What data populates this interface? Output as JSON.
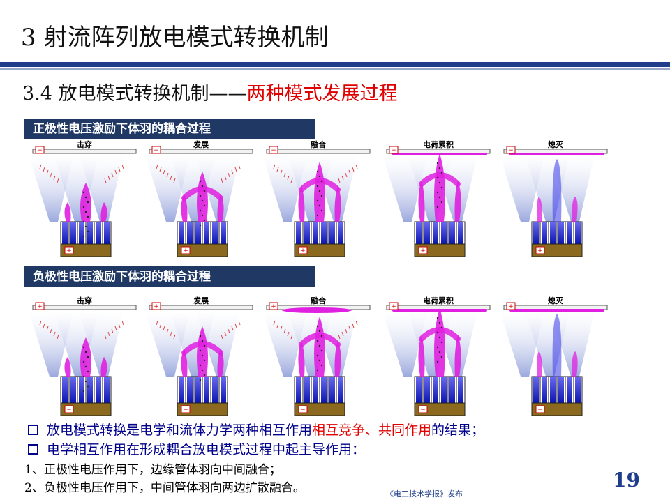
{
  "header": {
    "title": "3  射流阵列放电模式转换机制",
    "subtitle_main": "3.4  放电模式转换机制——",
    "subtitle_red": "两种模式发展过程"
  },
  "section_positive": {
    "banner": "正极性电压激励下体羽的耦合过程",
    "stages": [
      {
        "label": "击穿",
        "top_sign": "−",
        "bottom_sign": "+"
      },
      {
        "label": "发展",
        "top_sign": "−",
        "bottom_sign": "+"
      },
      {
        "label": "融合",
        "top_sign": "−",
        "bottom_sign": "+"
      },
      {
        "label": "电荷累积",
        "top_sign": "−",
        "bottom_sign": "+"
      },
      {
        "label": "熄灭",
        "top_sign": "−",
        "bottom_sign": "+"
      }
    ]
  },
  "section_negative": {
    "banner": "负极性电压激励下体羽的耦合过程",
    "stages": [
      {
        "label": "击穿",
        "top_sign": "+",
        "bottom_sign": "−"
      },
      {
        "label": "发展",
        "top_sign": "+",
        "bottom_sign": "−"
      },
      {
        "label": "融合",
        "top_sign": "+",
        "bottom_sign": "−"
      },
      {
        "label": "电荷累积",
        "top_sign": "+",
        "bottom_sign": "−"
      },
      {
        "label": "熄灭",
        "top_sign": "+",
        "bottom_sign": "−"
      }
    ]
  },
  "bullets": [
    {
      "a": "放电模式转换是电学和流体力学两种相互作用",
      "red": "相互竞争、共同作用",
      "b": "的结果；"
    },
    {
      "a": "电学相互作用在形成耦合放电模式过程中起主导作用：",
      "red": "",
      "b": ""
    }
  ],
  "notes": [
    "1、正极性电压作用下，边缘管体羽向中间融合；",
    "2、负极性电压作用下，中间管体羽向两边扩散融合。"
  ],
  "page_number": "19",
  "publisher": "《电工技术学报》发布",
  "colors": {
    "accent_blue": "#1f3d8a",
    "banner_bg": "#1f3864",
    "highlight_red": "#e00000",
    "plasma_magenta": "#e020e0",
    "electrode_brown": "#8b6a1f"
  }
}
